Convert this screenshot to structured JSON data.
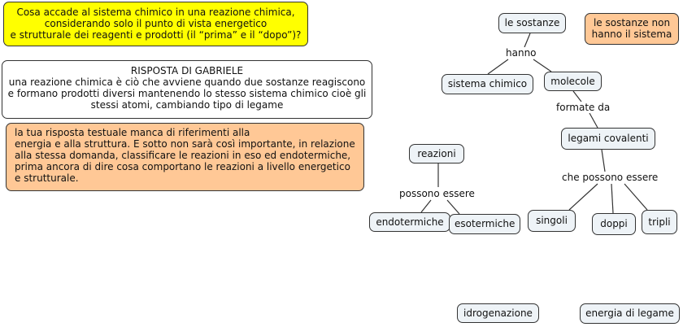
{
  "question": {
    "lines": [
      "Cosa accade al sistema chimico in una reazione chimica,",
      "considerando solo il punto di vista energetico",
      "e strutturale dei reagenti e prodotti (il “prima” e il “dopo”)?"
    ]
  },
  "answer": {
    "title": "RISPOSTA DI GABRIELE",
    "lines": [
      "una reazione chimica è ciò che avviene quando due sostanze reagiscono",
      "e formano prodotti diversi mantenendo lo stesso sistema chimico cioè gli",
      "stessi atomi, cambiando tipo di legame"
    ]
  },
  "feedback": {
    "lines": [
      "la tua risposta testuale manca di riferimenti alla",
      "energia e alla struttura. E sotto non sarà così importante, in relazione",
      "alla stessa domanda, classificare le reazioni in eso ed endotermiche,",
      "prima ancora di dire cosa comportano le reazioni a livello energetico",
      "e strutturale."
    ]
  },
  "nodes": {
    "le_sostanze": "le sostanze",
    "note_sistema": [
      "le sostanze non",
      "hanno il sistema"
    ],
    "sistema_chimico": "sistema chimico",
    "molecole": "molecole",
    "legami_covalenti": "legami covalenti",
    "singoli": "singoli",
    "doppi": "doppi",
    "tripli": "tripli",
    "reazioni": "reazioni",
    "endotermiche": "endotermiche",
    "esotermiche": "esotermiche",
    "idrogenazione": "idrogenazione",
    "energia_di_legame": "energia di legame"
  },
  "links": {
    "hanno": "hanno",
    "formate_da": "formate da",
    "che_possono_essere": "che possono essere",
    "possono_essere": "possono essere"
  },
  "colors": {
    "question_bg": "#ffff00",
    "note_bg": "#ffc896",
    "node_bg": "#eef3f7"
  }
}
